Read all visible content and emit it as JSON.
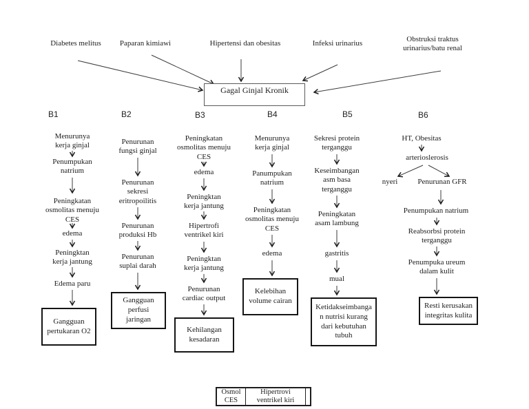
{
  "center": {
    "label": "Gagal Ginjal Kronik"
  },
  "causes": [
    {
      "label": "Diabetes melitus"
    },
    {
      "label": "Paparan kimiawi"
    },
    {
      "label": "Hipertensi dan obesitas"
    },
    {
      "label": "Infeksi urinarius"
    },
    {
      "label": "Obstruksi traktus\nurinarius/batu renal"
    }
  ],
  "columns": [
    {
      "id": "B1",
      "steps": [
        "Menurunya\nkerja ginjal",
        "Penumpukan\nnatrium",
        "Peningkatan\nosmolitas menuju\nCES",
        "edema",
        "Peningktan\nkerja jantung",
        "Edema paru"
      ],
      "outcome": "Gangguan\npertukaran O2"
    },
    {
      "id": "B2",
      "steps": [
        "Penurunan\nfungsi ginjal",
        "Penurunan\nsekresi\neritropoilitis",
        "Penurunan\nproduksi Hb",
        "Penurunan\nsuplai darah"
      ],
      "outcome": "Gangguan\nperfusi\njaringan"
    },
    {
      "id": "B3",
      "steps": [
        "Peningkatan\nosmolitas menuju\nCES",
        "edema",
        "Peningktan\nkerja jantung",
        "Hipertrofi\nventrikel kiri",
        "Peningktan\nkerja jantung",
        "Penurunan\ncardiac output"
      ],
      "outcome": "Kehilangan\nkesadaran"
    },
    {
      "id": "B4",
      "steps": [
        "Menurunya\nkerja ginjal",
        "Panumpukan\nnatrium",
        "Peningkatan\nosmolitas menuju\nCES",
        "edema"
      ],
      "outcome": "Kelebihan\nvolume cairan"
    },
    {
      "id": "B5",
      "steps": [
        "Sekresi protein\nterganggu",
        "Keseimbangan\nasm basa\nterganggu",
        "Peningkatan\nasam lambung",
        "gastritis",
        "mual"
      ],
      "outcome": "Ketidakseimbanga\nn nutrisi kurang\ndari kebutuhan\ntubuh"
    },
    {
      "id": "B6",
      "steps": [
        "HT, Obesitas",
        "arterioslerosis",
        "nyeri",
        "Penurunan GFR",
        "Penumpukan natrium",
        "Reabsorbsi protein\nterganggu",
        "Penumpuka ureum\ndalam kulit"
      ],
      "outcome": "Resti kerusakan\nintegritas kulita"
    }
  ],
  "legend": {
    "cell1": "Osmol\nCES",
    "cell2": "Hipertrovi\nventrikel kiri"
  },
  "colors": {
    "ink": "#1c1c1c",
    "box_border": "#141414",
    "background": "#ffffff"
  }
}
